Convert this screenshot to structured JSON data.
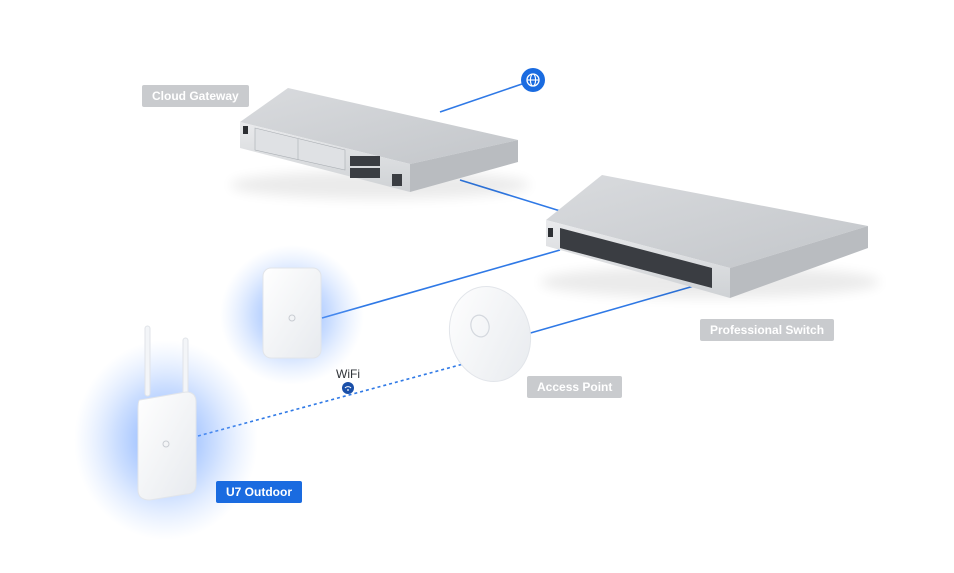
{
  "labels": {
    "cloud_gateway": "Cloud Gateway",
    "professional_switch": "Professional Switch",
    "access_point": "Access Point",
    "u7_outdoor": "U7 Outdoor",
    "wifi": "WiFi"
  },
  "icons": {
    "internet": "globe-icon",
    "wifi": "wifi-icon"
  },
  "colors": {
    "accent": "#1a6be0",
    "label_inactive": "#c9cbce",
    "label_active": "#1a6be0",
    "device_glow": "#4f8dff"
  }
}
